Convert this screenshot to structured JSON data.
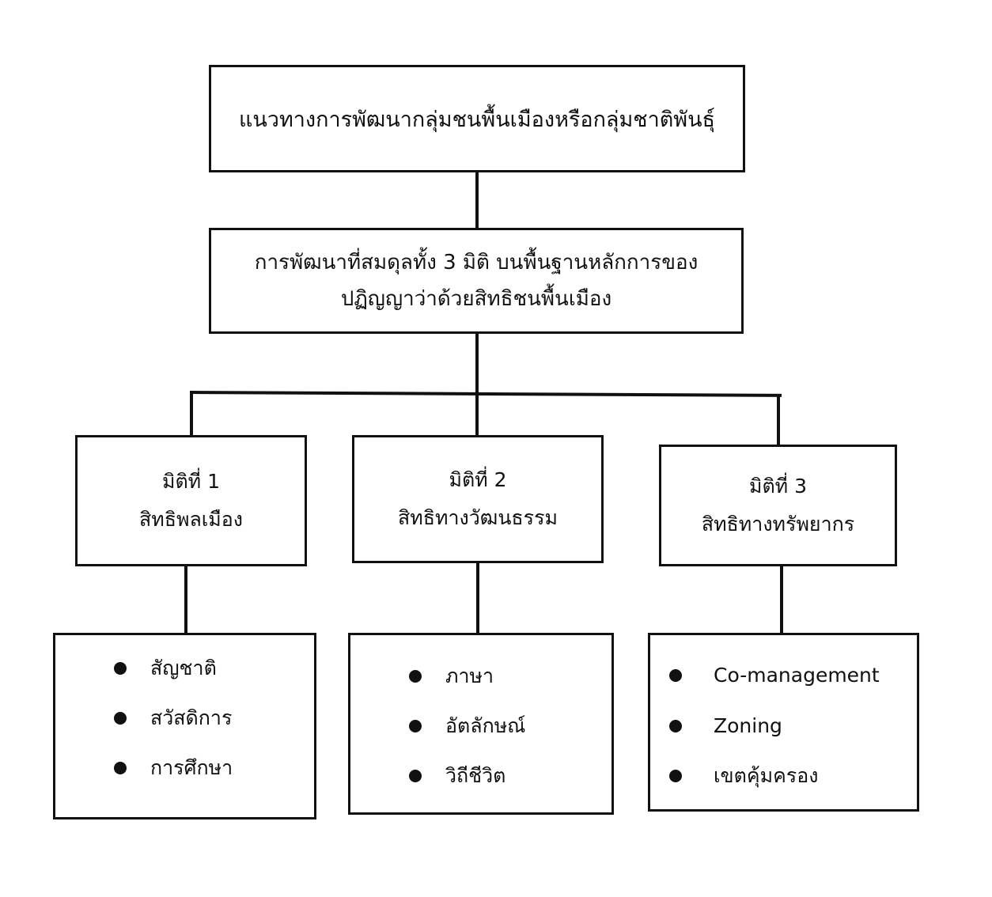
{
  "root": {
    "label": "แนวทางการพัฒนากลุ่มชนพื้นเมืองหรือกลุ่มชาติพันธุ์"
  },
  "principle": {
    "line1": "การพัฒนาที่สมดุลทั้ง 3 มิติ บนพื้นฐานหลักการของ",
    "line2": "ปฏิญญาว่าด้วยสิทธิชนพื้นเมือง"
  },
  "dimensions": [
    {
      "title": "มิติที่ 1",
      "subtitle": "สิทธิพลเมือง",
      "items": [
        "สัญชาติ",
        "สวัสดิการ",
        "การศึกษา"
      ]
    },
    {
      "title": "มิติที่ 2",
      "subtitle": "สิทธิทางวัฒนธรรม",
      "items": [
        "ภาษา",
        "อัตลักษณ์",
        "วิถีชีวิต"
      ]
    },
    {
      "title": "มิติที่ 3",
      "subtitle": "สิทธิทางทรัพยากร",
      "items": [
        "Co-management",
        "Zoning",
        "เขตคุ้มครอง"
      ]
    }
  ]
}
